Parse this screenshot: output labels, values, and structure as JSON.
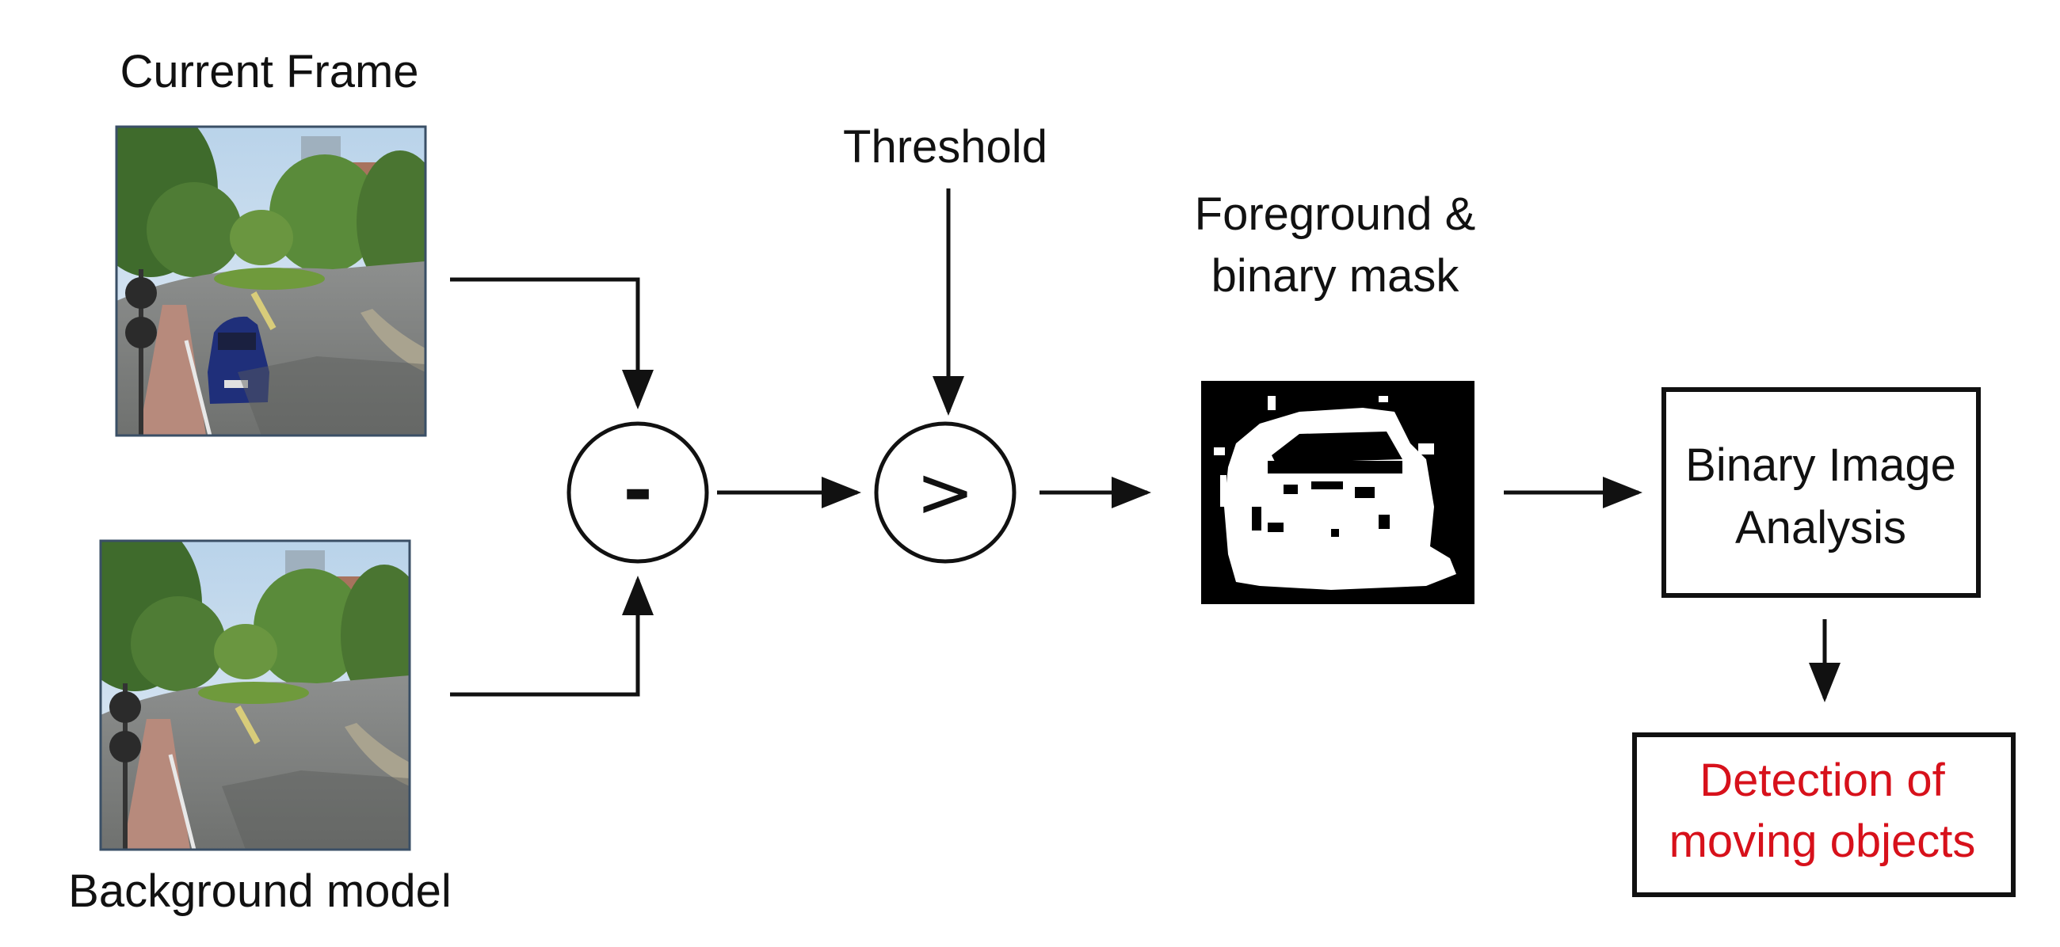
{
  "labels": {
    "current_frame": "Current Frame",
    "background_model": "Background model",
    "threshold": "Threshold",
    "foreground_line1": "Foreground &",
    "foreground_line2": "binary mask",
    "analysis_line1": "Binary Image",
    "analysis_line2": "Analysis",
    "detection_line1": "Detection of",
    "detection_line2": "moving objects"
  },
  "operators": {
    "subtract": "-",
    "compare": ">"
  },
  "colors": {
    "line": "#111111",
    "detection_text": "#d7111b",
    "mask_background": "#000000",
    "mask_foreground": "#ffffff"
  }
}
